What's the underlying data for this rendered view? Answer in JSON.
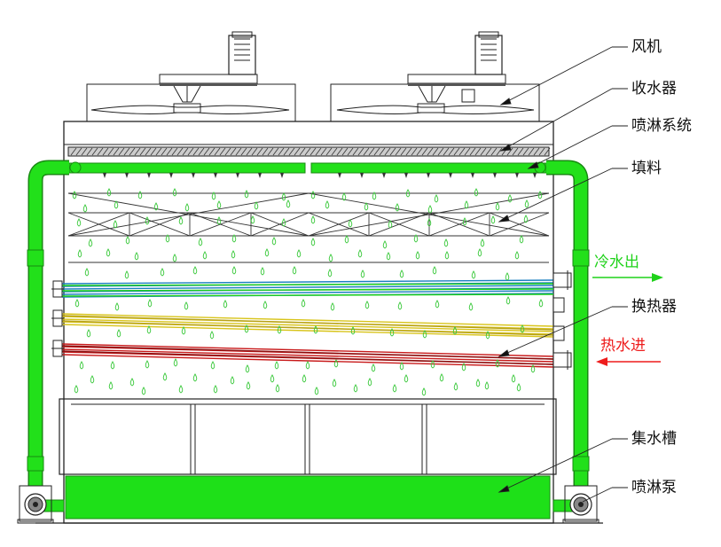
{
  "labels": {
    "fan": "风机",
    "collector": "收水器",
    "spray_system": "喷淋系统",
    "filler": "填料",
    "heat_exchanger": "换热器",
    "water_tank": "集水槽",
    "spray_pump": "喷淋泵"
  },
  "flows": {
    "cold_out": "冷水出",
    "hot_in": "热水进"
  },
  "colors": {
    "pipe_green": "#22e01a",
    "drop_green": "#39c83a",
    "cold_flow": "#1fd21a",
    "hot_flow": "#ee1c1c",
    "coil_blue": "#1a7fc0",
    "coil_yellow": "#d8c41a",
    "coil_red": "#c8191a"
  }
}
